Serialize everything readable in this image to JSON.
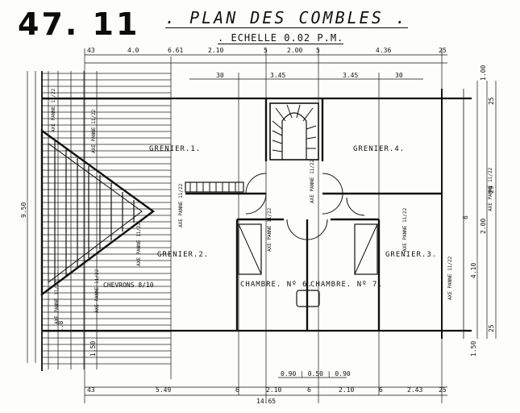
{
  "header": {
    "sheet_number": "47. 11",
    "title": ". PLAN DES COMBLES .",
    "scale": ". ECHELLE 0.02 P.M."
  },
  "top_dimensions": [
    "43",
    "6.61",
    "4.0",
    "2.10",
    "5",
    "2.00",
    "5",
    "4.36",
    "25"
  ],
  "second_dimensions": [
    "3.45",
    "3.45",
    "30",
    "30"
  ],
  "bottom_dimensions": [
    "43",
    "5.49",
    "6",
    "2.10",
    "6",
    "2.10",
    "6",
    "2.43",
    "25"
  ],
  "bottom_total": "14.65",
  "bottom_detail": "0.90 | 0.50 | 0.90",
  "left_dimensions": [
    "9.50",
    "1.8",
    "1.50"
  ],
  "right_dimensions": [
    "1.00",
    "2.00",
    "4.10",
    "1.50",
    "25",
    "29",
    "25",
    "6"
  ],
  "rooms": {
    "grenier_1": "GRENIER.1.",
    "grenier_2": "GRENIER.2.",
    "grenier_3": "GRENIER.3.",
    "grenier_4": "GRENIER.4.",
    "chambre_6": "CHAMBRE. Nº 6.",
    "chambre_7": "CHAMBRE. Nº 7."
  },
  "annotations": {
    "chevrons": "CHEVRONS 8/10",
    "axe_panne": "AXE PANNE 11/22"
  }
}
